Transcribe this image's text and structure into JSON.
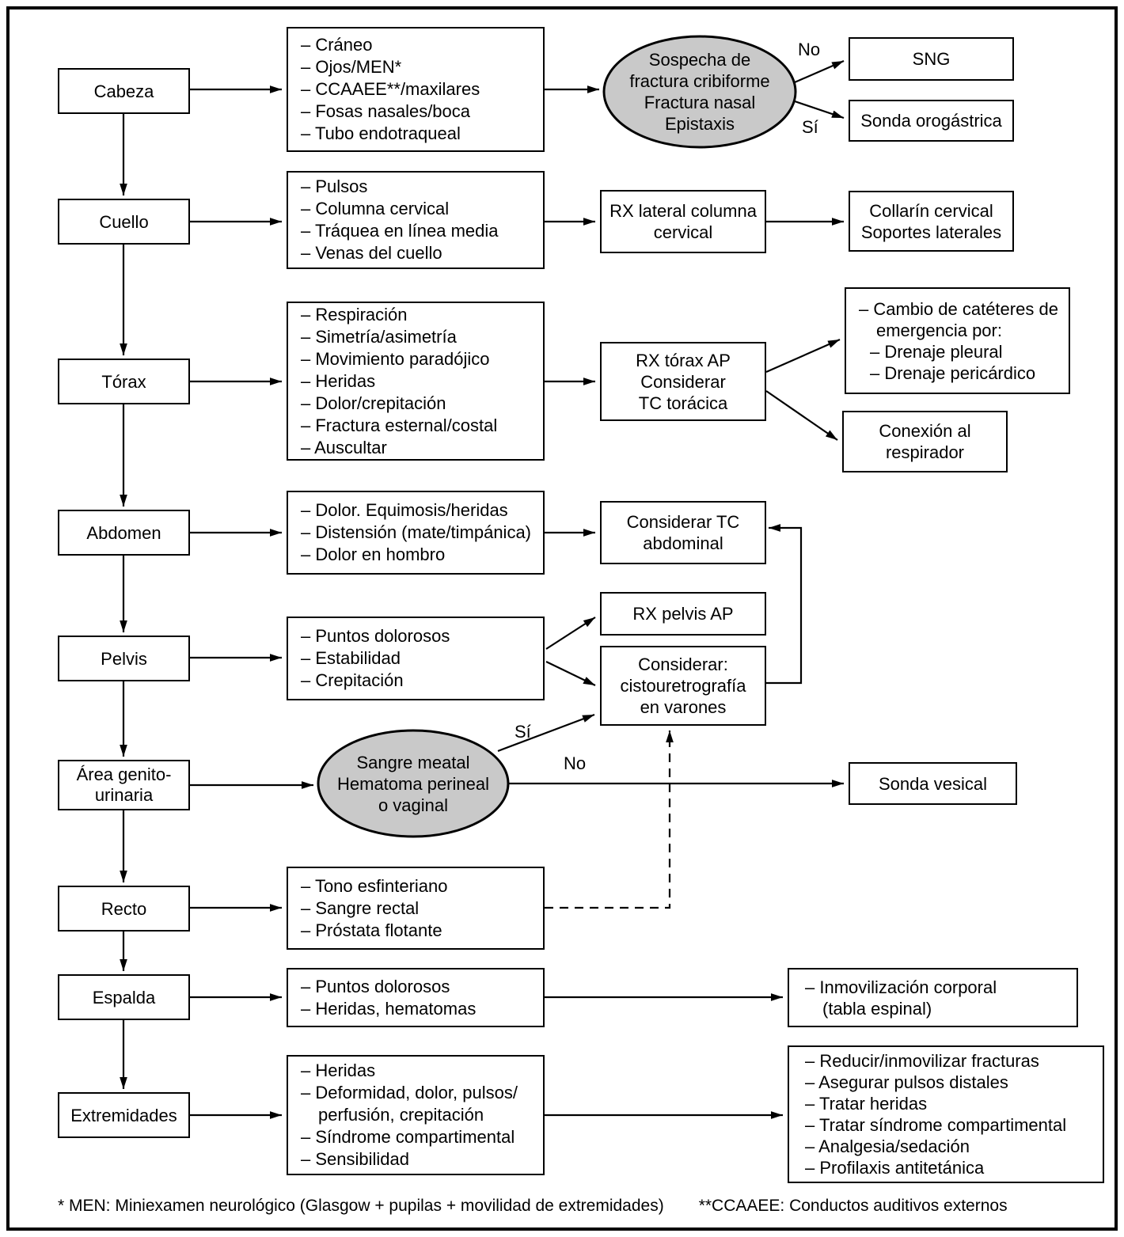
{
  "colors": {
    "ellipse_fill": "#c9c9c9",
    "line": "#000000",
    "box_border": "#000000",
    "background": "#ffffff"
  },
  "nodes": {
    "cabeza": "Cabeza",
    "cuello": "Cuello",
    "torax": "Tórax",
    "abdomen": "Abdomen",
    "pelvis": "Pelvis",
    "area_genitourinaria": "Área genito-urinaria",
    "recto": "Recto",
    "espalda": "Espalda",
    "extremidades": "Extremidades"
  },
  "details": {
    "cabeza": {
      "items": [
        "– Cráneo",
        "– Ojos/MEN*",
        "– CCAAEE**/maxilares",
        "– Fosas nasales/boca",
        "– Tubo endotraqueal"
      ]
    },
    "cuello": {
      "items": [
        "– Pulsos",
        "– Columna cervical",
        "– Tráquea en línea media",
        "– Venas del cuello"
      ]
    },
    "torax": {
      "items": [
        "– Respiración",
        "– Simetría/asimetría",
        "– Movimiento paradójico",
        "– Heridas",
        "– Dolor/crepitación",
        "– Fractura esternal/costal",
        "– Auscultar"
      ]
    },
    "abdomen": {
      "items": [
        "– Dolor. Equimosis/heridas",
        "– Distensión (mate/timpánica)",
        "– Dolor en hombro"
      ]
    },
    "pelvis": {
      "items": [
        "– Puntos dolorosos",
        "– Estabilidad",
        "– Crepitación"
      ]
    },
    "recto": {
      "items": [
        "– Tono esfinteriano",
        "– Sangre rectal",
        "– Próstata flotante"
      ]
    },
    "espalda": {
      "items": [
        "– Puntos dolorosos",
        "– Heridas, hematomas"
      ]
    },
    "extremidades": {
      "items": [
        "– Heridas",
        "– Deformidad, dolor, pulsos/",
        "perfusión, crepitación",
        "– Síndrome compartimental",
        "– Sensibilidad"
      ]
    }
  },
  "decisions": {
    "cribiforme": {
      "lines": [
        "Sospecha de",
        "fractura cribiforme",
        "Fractura nasal",
        "Epistaxis"
      ]
    },
    "sangre_meatal": {
      "lines": [
        "Sangre meatal",
        "Hematoma perineal",
        "o vaginal"
      ]
    }
  },
  "actions": {
    "sng": {
      "lines": [
        "SNG"
      ]
    },
    "sonda_orogastrica": {
      "lines": [
        "Sonda orogástrica"
      ]
    },
    "rx_lateral": {
      "lines": [
        "RX lateral columna",
        "cervical"
      ]
    },
    "collarin": {
      "lines": [
        "Collarín cervical",
        "Soportes laterales"
      ]
    },
    "rx_torax": {
      "lines": [
        "RX tórax AP",
        "Considerar",
        "TC torácica"
      ]
    },
    "cambio_cateteres": {
      "lines": [
        "– Cambio de catéteres de",
        "emergencia por:",
        "– Drenaje pleural",
        "– Drenaje pericárdico"
      ]
    },
    "conexion_respirador": {
      "lines": [
        "Conexión al",
        "respirador"
      ]
    },
    "tc_abdominal": {
      "lines": [
        "Considerar TC",
        "abdominal"
      ]
    },
    "rx_pelvis": {
      "lines": [
        "RX pelvis AP"
      ]
    },
    "cistouretrografia": {
      "lines": [
        "Considerar:",
        "cistouretrografía",
        "en varones"
      ]
    },
    "sonda_vesical": {
      "lines": [
        "Sonda vesical"
      ]
    },
    "inmovilizacion": {
      "lines": [
        "– Inmovilización corporal",
        "(tabla espinal)"
      ]
    },
    "extremidades_tx": {
      "lines": [
        "– Reducir/inmovilizar fracturas",
        "– Asegurar pulsos distales",
        "– Tratar heridas",
        "– Tratar síndrome compartimental",
        "– Analgesia/sedación",
        "– Profilaxis antitetánica"
      ]
    }
  },
  "edge_labels": {
    "cribiforme_no": "No",
    "cribiforme_si": "Sí",
    "meatal_si": "Sí",
    "meatal_no": "No"
  },
  "footnote": {
    "men": "* MEN: Miniexamen neurológico (Glasgow + pupilas + movilidad de extremidades)",
    "ccaaee": "**CCAAEE: Conductos auditivos externos"
  }
}
